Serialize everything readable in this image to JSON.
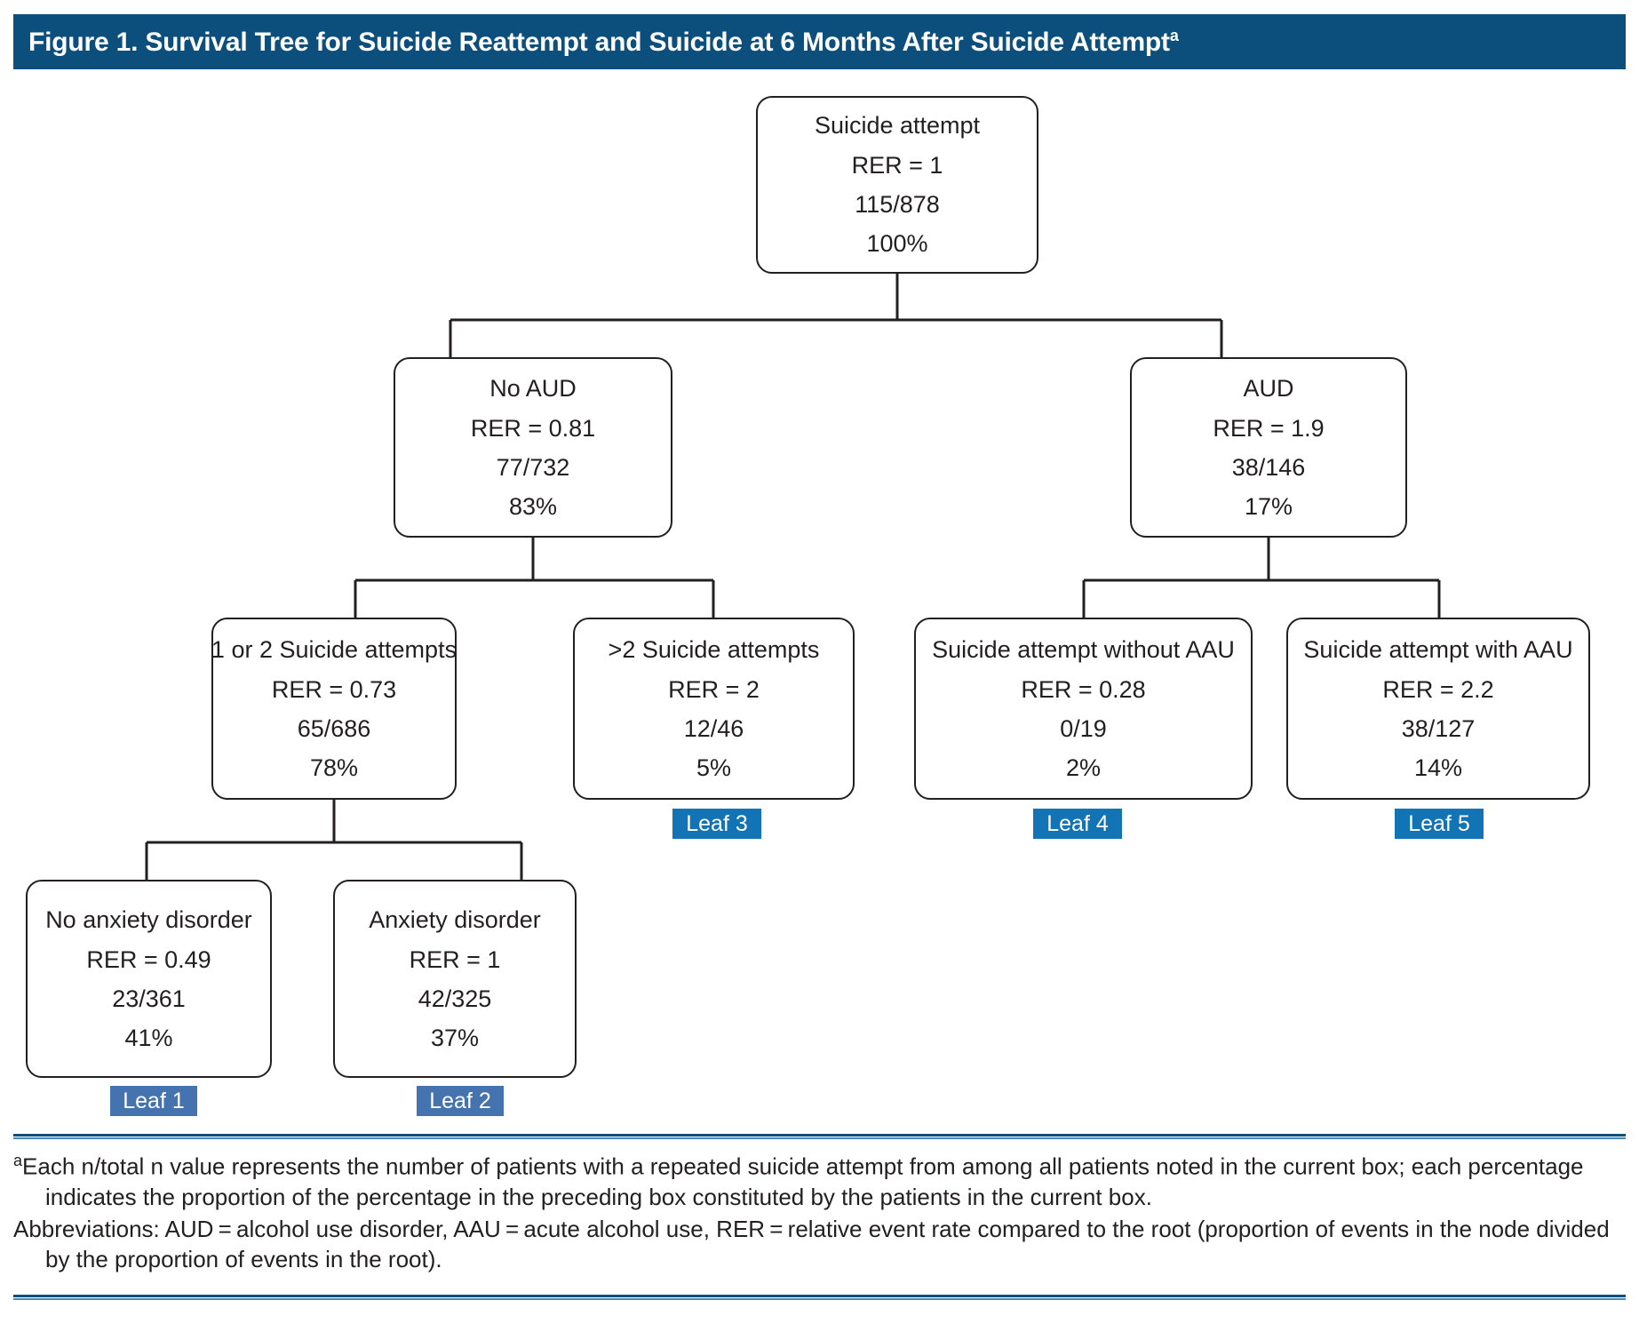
{
  "figure": {
    "title_prefix": "Figure 1. Survival Tree for Suicide Reattempt and Suicide at 6 Months After Suicide Attempt",
    "title_superscript": "a"
  },
  "colors": {
    "header_bar": "#0d4f7c",
    "rule_dark": "#0d4f7c",
    "rule_light": "#4a86b8",
    "badge_primary": "#1273b5",
    "badge_secondary": "#4573b0",
    "node_border": "#231f20",
    "text": "#231f20"
  },
  "chart_data": {
    "type": "tree",
    "title": "Figure 1. Survival Tree for Suicide Reattempt and Suicide at 6 Months After Suicide Attempt",
    "value_keys": [
      "label",
      "RER",
      "n_over_total",
      "percent"
    ],
    "nodes": [
      {
        "id": "root",
        "label": "Suicide attempt",
        "rer": "RER = 1",
        "frac": "115/878",
        "pct": "100%",
        "leaf": null
      },
      {
        "id": "no_aud",
        "label": "No AUD",
        "rer": "RER = 0.81",
        "frac": "77/732",
        "pct": "83%",
        "leaf": null
      },
      {
        "id": "aud",
        "label": "AUD",
        "rer": "RER = 1.9",
        "frac": "38/146",
        "pct": "17%",
        "leaf": null
      },
      {
        "id": "att_1_2",
        "label": "1 or 2 Suicide attempts",
        "rer": "RER = 0.73",
        "frac": "65/686",
        "pct": "78%",
        "leaf": null
      },
      {
        "id": "att_gt2",
        "label": ">2 Suicide attempts",
        "rer": "RER = 2",
        "frac": "12/46",
        "pct": "5%",
        "leaf": "Leaf 3"
      },
      {
        "id": "no_aau",
        "label": "Suicide attempt without AAU",
        "rer": "RER = 0.28",
        "frac": "0/19",
        "pct": "2%",
        "leaf": "Leaf 4"
      },
      {
        "id": "with_aau",
        "label": "Suicide attempt with AAU",
        "rer": "RER = 2.2",
        "frac": "38/127",
        "pct": "14%",
        "leaf": "Leaf 5"
      },
      {
        "id": "no_anxiety",
        "label": "No anxiety disorder",
        "rer": "RER = 0.49",
        "frac": "23/361",
        "pct": "41%",
        "leaf": "Leaf 1"
      },
      {
        "id": "anxiety",
        "label": "Anxiety disorder",
        "rer": "RER = 1",
        "frac": "42/325",
        "pct": "37%",
        "leaf": "Leaf 2"
      }
    ],
    "edges": [
      [
        "root",
        "no_aud"
      ],
      [
        "root",
        "aud"
      ],
      [
        "no_aud",
        "att_1_2"
      ],
      [
        "no_aud",
        "att_gt2"
      ],
      [
        "aud",
        "no_aau"
      ],
      [
        "aud",
        "with_aau"
      ],
      [
        "att_1_2",
        "no_anxiety"
      ],
      [
        "att_1_2",
        "anxiety"
      ]
    ]
  },
  "nodes": {
    "root": {
      "label": "Suicide attempt",
      "rer": "RER = 1",
      "frac": "115/878",
      "pct": "100%"
    },
    "no_aud": {
      "label": "No AUD",
      "rer": "RER = 0.81",
      "frac": "77/732",
      "pct": "83%"
    },
    "aud": {
      "label": "AUD",
      "rer": "RER = 1.9",
      "frac": "38/146",
      "pct": "17%"
    },
    "att_1_2": {
      "label": "1 or 2 Suicide attempts",
      "rer": "RER = 0.73",
      "frac": "65/686",
      "pct": "78%"
    },
    "att_gt2": {
      "label": ">2 Suicide attempts",
      "rer": "RER = 2",
      "frac": "12/46",
      "pct": "5%"
    },
    "no_aau": {
      "label": "Suicide attempt without AAU",
      "rer": "RER = 0.28",
      "frac": "0/19",
      "pct": "2%"
    },
    "with_aau": {
      "label": "Suicide attempt with AAU",
      "rer": "RER = 2.2",
      "frac": "38/127",
      "pct": "14%"
    },
    "no_anxiety": {
      "label": "No anxiety disorder",
      "rer": "RER = 0.49",
      "frac": "23/361",
      "pct": "41%"
    },
    "anxiety": {
      "label": "Anxiety disorder",
      "rer": "RER = 1",
      "frac": "42/325",
      "pct": "37%"
    }
  },
  "badges": {
    "leaf1": "Leaf 1",
    "leaf2": "Leaf 2",
    "leaf3": "Leaf 3",
    "leaf4": "Leaf 4",
    "leaf5": "Leaf 5"
  },
  "footnotes": {
    "marker_a": "a",
    "note_a": "Each n/total n value represents the number of patients with a repeated suicide attempt from among all patients noted in the current box; each percentage indicates the proportion of the percentage in the preceding box constituted by the patients in the current box.",
    "abbreviations": "Abbreviations: AUD = alcohol use disorder, AAU = acute alcohol use, RER = relative event rate compared to the root (proportion of events in the node divided by the proportion of events in the root)."
  }
}
